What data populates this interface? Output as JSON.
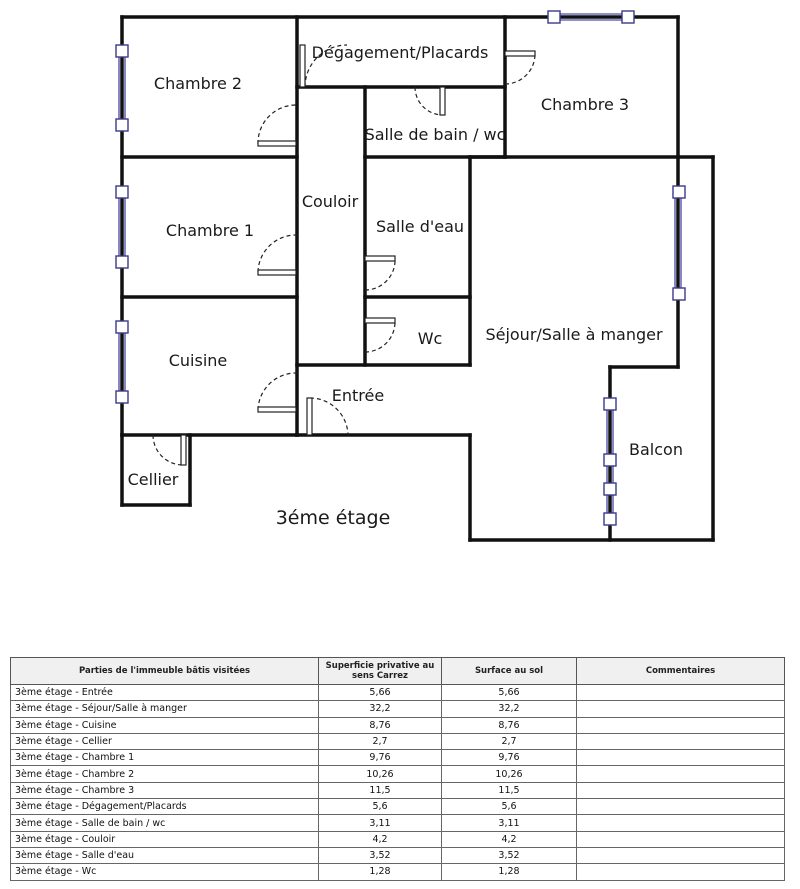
{
  "plan": {
    "floor_label": "3éme étage",
    "rooms": {
      "chambre2": "Chambre 2",
      "degagement": "Dégagement/Placards",
      "chambre3": "Chambre 3",
      "salle_bain": "Salle de bain / wc",
      "couloir": "Couloir",
      "chambre1": "Chambre 1",
      "salle_eau": "Salle d'eau",
      "wc": "Wc",
      "sejour": "Séjour/Salle à manger",
      "cuisine": "Cuisine",
      "entree": "Entrée",
      "balcon": "Balcon",
      "cellier": "Cellier"
    }
  },
  "table": {
    "headers": [
      "Parties de l'immeuble bâtis visitées",
      "Superficie privative au sens Carrez",
      "Surface au sol",
      "Commentaires"
    ],
    "rows": [
      [
        "3ème étage - Entrée",
        "5,66",
        "5,66",
        ""
      ],
      [
        "3ème étage - Séjour/Salle à manger",
        "32,2",
        "32,2",
        ""
      ],
      [
        "3ème étage - Cuisine",
        "8,76",
        "8,76",
        ""
      ],
      [
        "3ème étage - Cellier",
        "2,7",
        "2,7",
        ""
      ],
      [
        "3ème étage - Chambre 1",
        "9,76",
        "9,76",
        ""
      ],
      [
        "3ème étage - Chambre 2",
        "10,26",
        "10,26",
        ""
      ],
      [
        "3ème étage - Chambre 3",
        "11,5",
        "11,5",
        ""
      ],
      [
        "3ème étage - Dégagement/Placards",
        "5,6",
        "5,6",
        ""
      ],
      [
        "3ème étage - Salle de bain / wc",
        "3,11",
        "3,11",
        ""
      ],
      [
        "3ème étage - Couloir",
        "4,2",
        "4,2",
        ""
      ],
      [
        "3ème étage - Salle d'eau",
        "3,52",
        "3,52",
        ""
      ],
      [
        "3ème étage - Wc",
        "1,28",
        "1,28",
        ""
      ]
    ]
  }
}
